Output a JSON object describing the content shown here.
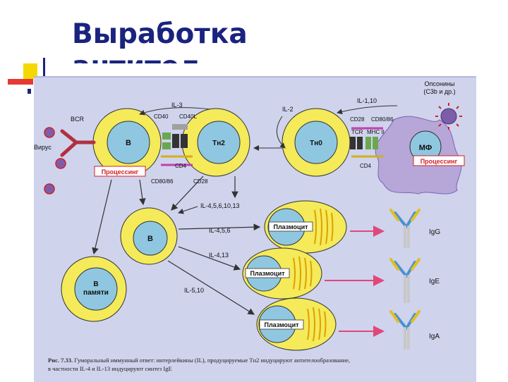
{
  "slide": {
    "title_line1": "Выработка",
    "title_line2": "антител"
  },
  "colors": {
    "title": "#1a237e",
    "figure_bg": "#cfd3ec",
    "cell_yellow": "#f4ea5a",
    "nucleus_blue": "#8fc7e0",
    "label_red": "#d0202a",
    "arrow_pink": "#e0487a",
    "macrophage": "#b7a6d8"
  },
  "diagram": {
    "cells": {
      "b": "B",
      "th2": "Тн2",
      "th0": "Тн0",
      "mf": "МФ",
      "b2": "B",
      "memory_line1": "B",
      "memory_line2": "памяти"
    },
    "plasmocyte": "Плазмоцит",
    "processing": "Процессинг",
    "labels": {
      "bcr": "BCR",
      "virus": "Вирус",
      "il3": "IL-3",
      "cd40": "CD40",
      "cd40l": "CD40L",
      "cd4_left": "CD4",
      "cd80_86_left": "CD80/86",
      "cd28_left": "CD28",
      "il2": "IL-2",
      "il1_10": "IL-1,10",
      "cd28_right": "CD28",
      "cd80_86_right": "CD80/86",
      "tcr": "TCR",
      "mhc2": "MHC II",
      "cd4_right": "CD4",
      "opsonins_line1": "Опсонины",
      "opsonins_line2": "(C3b и др.)",
      "il_4_5_6_10_13": "IL-4,5,6,10,13",
      "il_4_5_6": "IL-4,5,6",
      "il_4_13": "IL-4,13",
      "il_5_10": "IL-5,10"
    },
    "antibodies": [
      "IgG",
      "IgE",
      "IgA"
    ],
    "caption": {
      "figure": "Рис. 7.33.",
      "line1": "Гуморальный иммунный ответ: интерлейкины (IL), продуцируемые Тн2 индуцируют антителообразование,",
      "line2": "в частности IL-4 и IL-13 индуцируют синтез IgE"
    }
  }
}
